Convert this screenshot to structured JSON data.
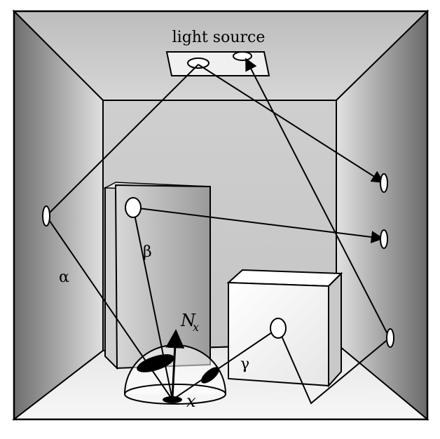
{
  "labels": {
    "light_source": "light source",
    "alpha": "α",
    "beta": "β",
    "gamma": "γ",
    "normal": "N",
    "normal_sub": "x",
    "point": "x"
  }
}
